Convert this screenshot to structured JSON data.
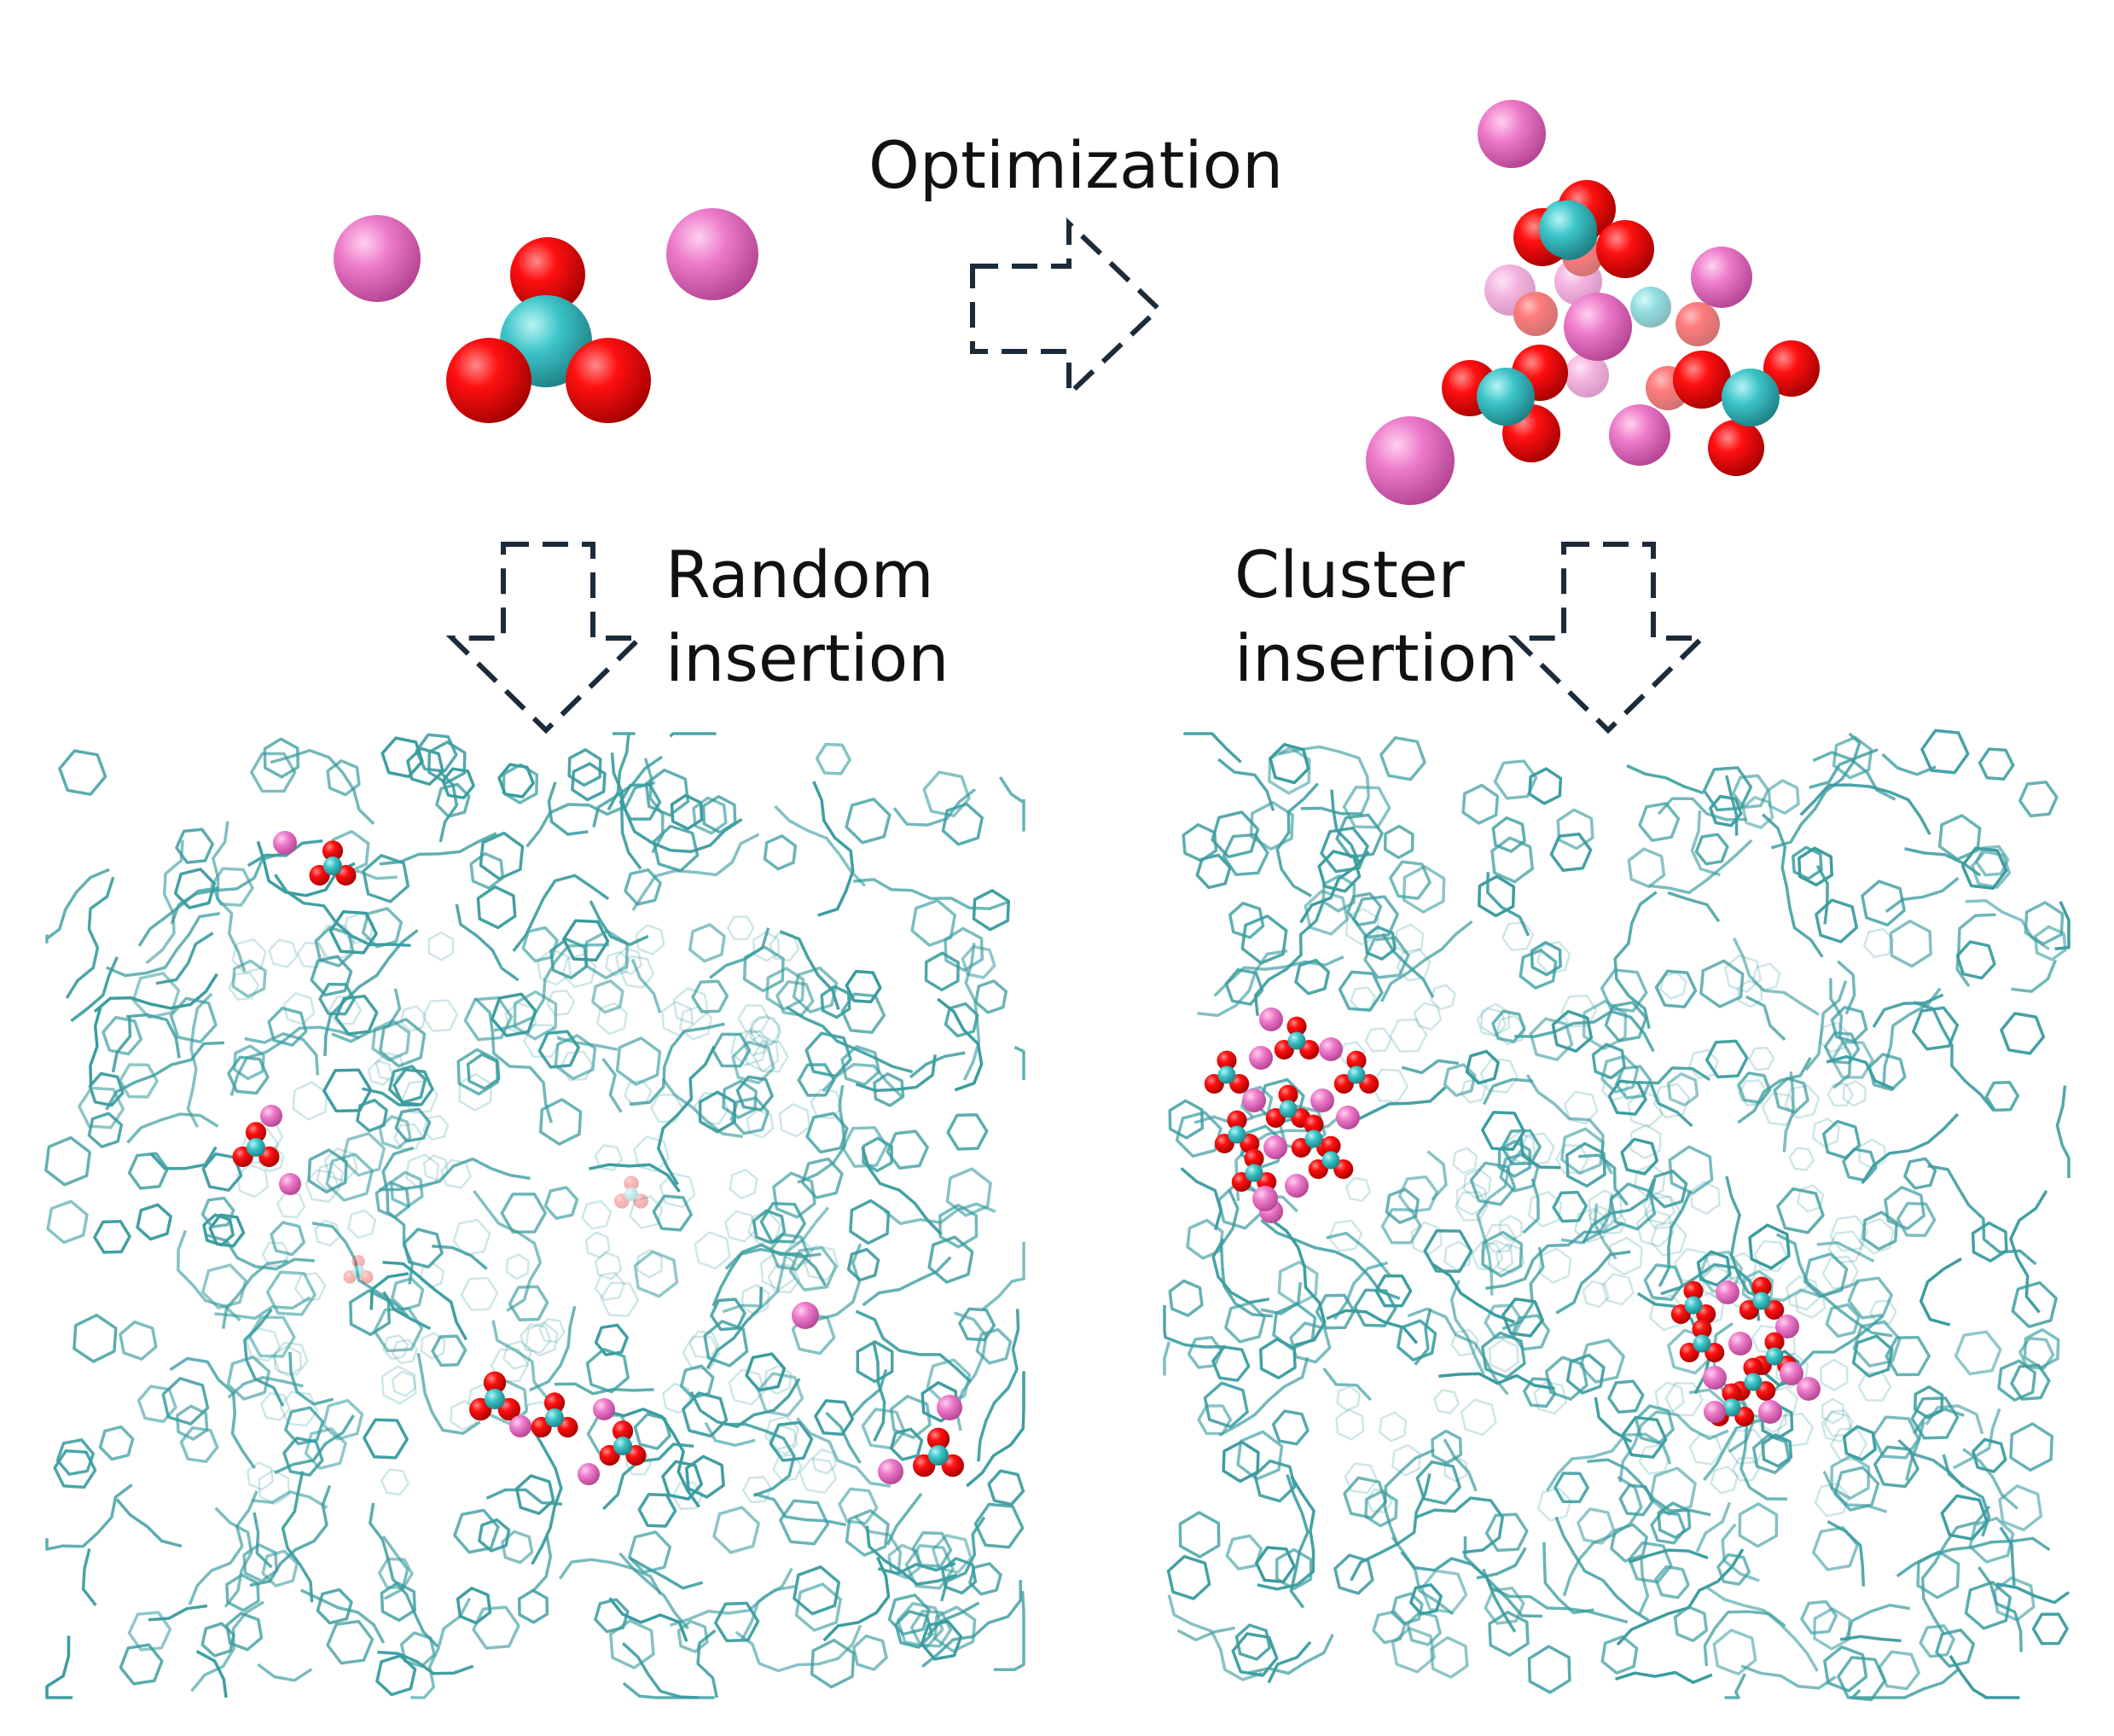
{
  "labels": {
    "optimization": "Optimization",
    "random_line1": "Random",
    "random_line2": "insertion",
    "cluster_line1": "Cluster",
    "cluster_line2": "insertion"
  },
  "colors": {
    "framework": "#3a9c9f",
    "oxygen": "#ee0000",
    "central_atom": "#3cc4c8",
    "cation": "#e06cc0",
    "arrow": "#1c2b3a"
  },
  "icons": {
    "arrow_right": "dashed-right-arrow",
    "arrow_down": "dashed-down-arrow"
  }
}
